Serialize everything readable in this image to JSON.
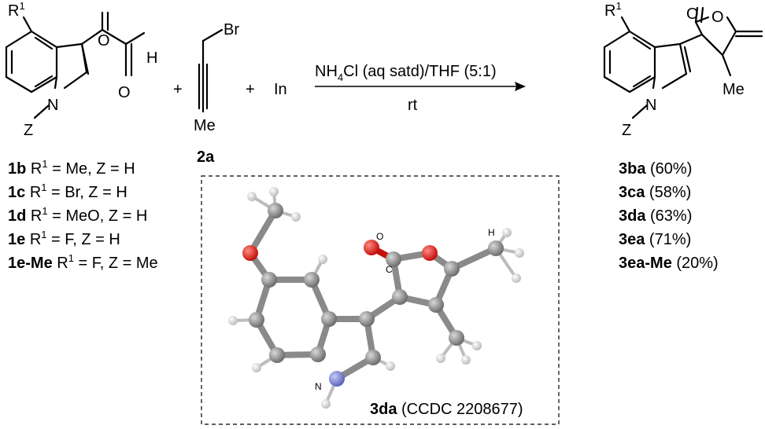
{
  "reactant_indole": {
    "r1": "R",
    "r1_sup": "1",
    "n": "N",
    "z": "Z",
    "h": "H",
    "o1": "O",
    "o2": "O"
  },
  "reagent_propargyl": {
    "br": "Br",
    "me": "Me",
    "id": "2a"
  },
  "plus": "+",
  "metal": "In",
  "conditions": {
    "line1_pre": "NH",
    "line1_sub": "4",
    "line1_post": "Cl (aq satd)/THF (5:1)",
    "line2": "rt"
  },
  "product": {
    "r1": "R",
    "r1_sup": "1",
    "n": "N",
    "z": "Z",
    "o_ring": "O",
    "o_carbonyl": "O",
    "me": "Me"
  },
  "substrates": [
    {
      "id": "1b",
      "r": "R",
      "sup": "1",
      "rest": " = Me, Z = H"
    },
    {
      "id": "1c",
      "r": "R",
      "sup": "1",
      "rest": " = Br, Z = H"
    },
    {
      "id": "1d",
      "r": "R",
      "sup": "1",
      "rest": " = MeO, Z = H"
    },
    {
      "id": "1e",
      "r": "R",
      "sup": "1",
      "rest": " = F, Z = H"
    },
    {
      "id": "1e-Me",
      "r": "R",
      "sup": "1",
      "rest": " = F, Z = Me"
    }
  ],
  "products": [
    {
      "id": "3ba",
      "yield": " (60%)"
    },
    {
      "id": "3ca",
      "yield": " (58%)"
    },
    {
      "id": "3da",
      "yield": " (63%)"
    },
    {
      "id": "3ea",
      "yield": " (71%)"
    },
    {
      "id": "3ea-Me",
      "yield": " (20%)"
    }
  ],
  "crystal": {
    "caption_id": "3da",
    "caption_rest": " (CCDC 2208677)",
    "atom_o": "O",
    "atom_c": "C",
    "atom_h": "H",
    "atom_n": "N"
  },
  "colors": {
    "carbon": "#8c8c8c",
    "oxygen": "#e0201e",
    "nitrogen": "#7b86d8",
    "hydrogen": "#f2f2f2"
  }
}
